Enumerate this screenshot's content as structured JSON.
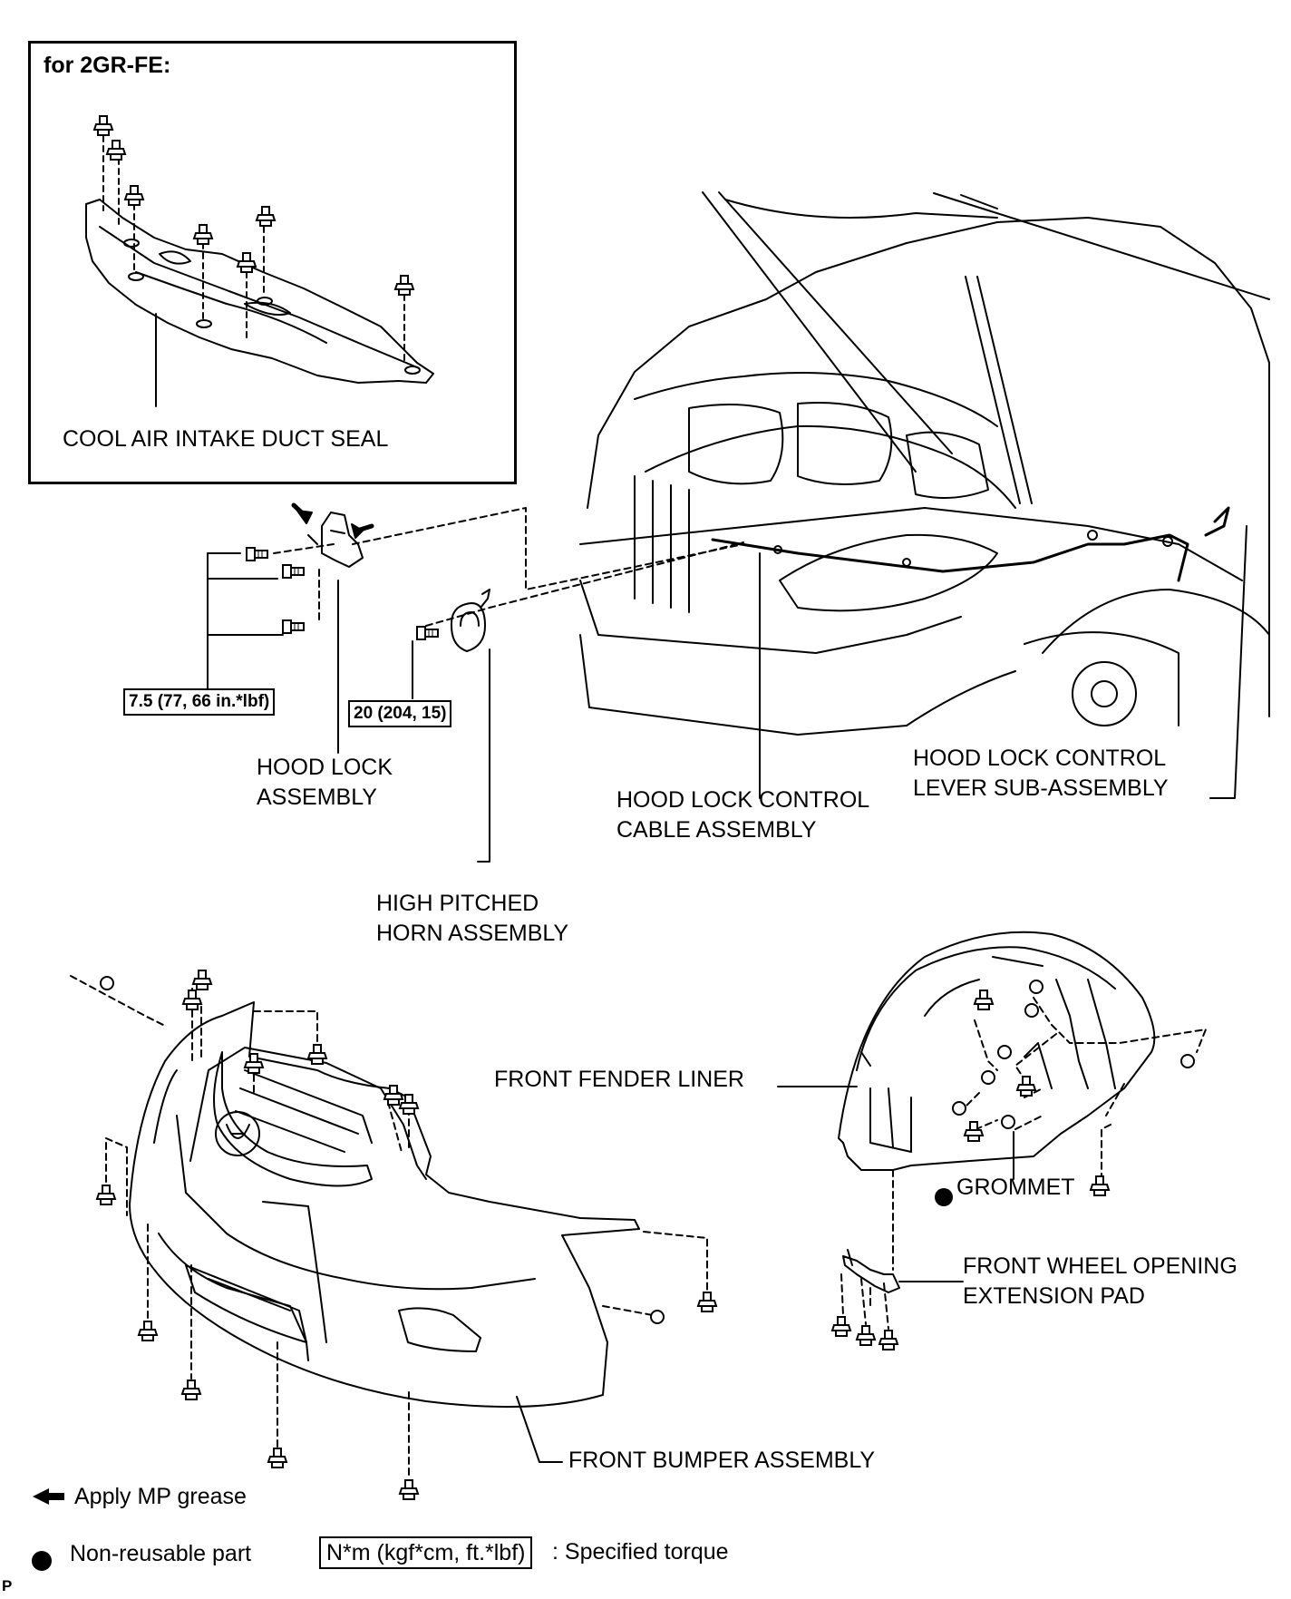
{
  "inset": {
    "title": "for 2GR-FE:",
    "part_label": "COOL AIR INTAKE DUCT SEAL"
  },
  "torques": {
    "hood_lock_bolts": "7.5 (77, 66 in.*lbf)",
    "horn_bolt": "20 (204, 15)"
  },
  "labels": {
    "hood_lock": "HOOD LOCK\nASSEMBLY",
    "horn": "HIGH PITCHED\nHORN ASSEMBLY",
    "cable": "HOOD LOCK CONTROL\nCABLE ASSEMBLY",
    "lever": "HOOD LOCK CONTROL\nLEVER SUB-ASSEMBLY",
    "fender_liner": "FRONT FENDER LINER",
    "grommet": "GROMMET",
    "wheel_pad": "FRONT WHEEL OPENING\nEXTENSION PAD",
    "bumper": "FRONT BUMPER ASSEMBLY"
  },
  "legend": {
    "grease": "Apply MP grease",
    "non_reusable": "Non-reusable part",
    "torque_box": "N*m (kgf*cm, ft.*lbf)",
    "torque_desc": ": Specified torque"
  },
  "footer_code": "P"
}
